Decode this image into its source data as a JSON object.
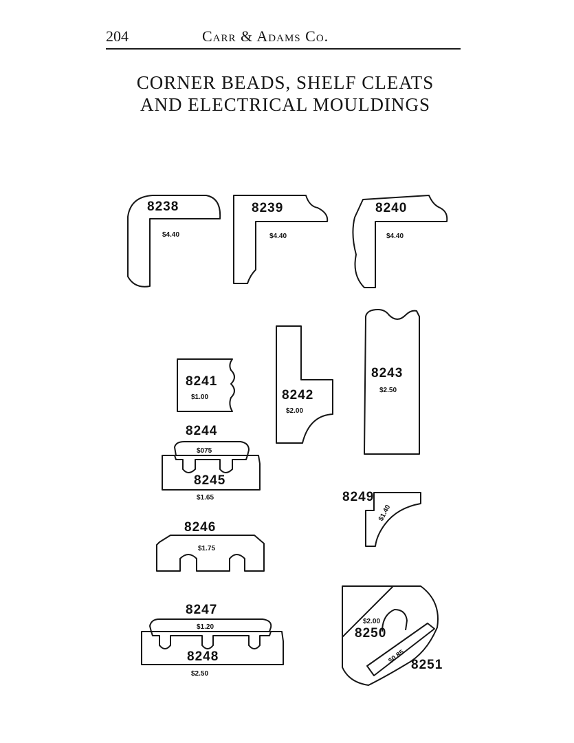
{
  "header": {
    "page_number": "204",
    "running_head": "Carr & Adams Co."
  },
  "title": {
    "line1": "CORNER BEADS, SHELF CLEATS",
    "line2": "AND ELECTRICAL MOULDINGS"
  },
  "mouldings": [
    {
      "number": "8238",
      "price": "$4.40"
    },
    {
      "number": "8239",
      "price": "$4.40"
    },
    {
      "number": "8240",
      "price": "$4.40"
    },
    {
      "number": "8241",
      "price": "$1.00"
    },
    {
      "number": "8242",
      "price": "$2.00"
    },
    {
      "number": "8243",
      "price": "$2.50"
    },
    {
      "number": "8244",
      "price": "$075"
    },
    {
      "number": "8245",
      "price": "$1.65"
    },
    {
      "number": "8246",
      "price": "$1.75"
    },
    {
      "number": "8247",
      "price": "$1.20"
    },
    {
      "number": "8248",
      "price": "$2.50"
    },
    {
      "number": "8249",
      "price": "$1.40"
    },
    {
      "number": "8250",
      "price": "$2.00"
    },
    {
      "number": "8251",
      "price": "$0.85"
    }
  ]
}
